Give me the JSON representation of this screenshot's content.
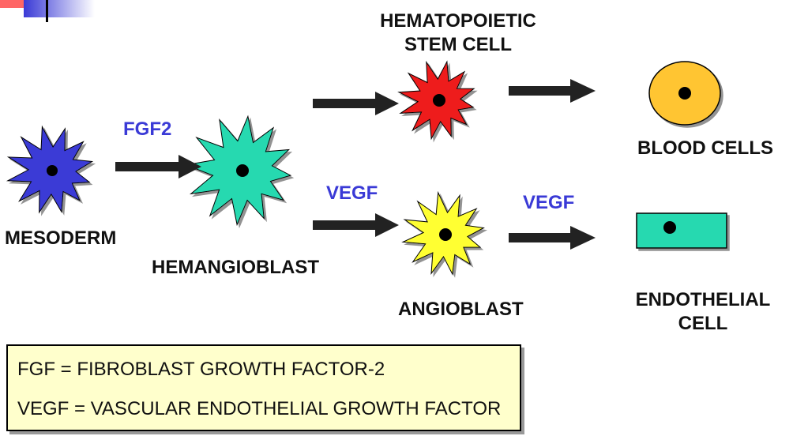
{
  "cells": {
    "mesoderm": {
      "label": "MESODERM",
      "color": "#3b3bd6"
    },
    "hemangioblast": {
      "label": "HEMANGIOBLAST",
      "color": "#26d9b0"
    },
    "hematopoietic": {
      "label_line1": "HEMATOPOIETIC",
      "label_line2": "STEM CELL",
      "color": "#ee1c1c"
    },
    "angioblast": {
      "label": "ANGIOBLAST",
      "color": "#ffff33"
    },
    "blood": {
      "label": "BLOOD CELLS",
      "color": "#ffc533"
    },
    "endothelial": {
      "label_line1": "ENDOTHELIAL",
      "label_line2": "CELL",
      "color": "#26d9b0"
    }
  },
  "factors": {
    "fgf2": "FGF2",
    "vegf_1": "VEGF",
    "vegf_2": "VEGF"
  },
  "legend": {
    "line1": "FGF = FIBROBLAST GROWTH FACTOR-2",
    "line2": "VEGF = VASCULAR ENDOTHELIAL GROWTH FACTOR"
  }
}
